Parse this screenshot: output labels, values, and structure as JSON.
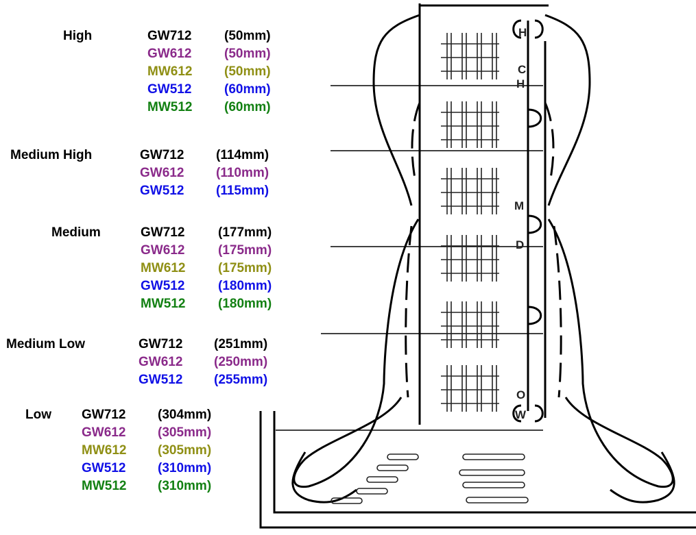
{
  "colors": {
    "GW712": "#000000",
    "GW612": "#8a2a8a",
    "MW612": "#8f8f14",
    "GW512": "#1010e6",
    "MW512": "#128012"
  },
  "settings": [
    {
      "label": "High",
      "rows": [
        {
          "model": "GW712",
          "value": "(50mm)"
        },
        {
          "model": "GW612",
          "value": "(50mm)"
        },
        {
          "model": "MW612",
          "value": "(50mm)"
        },
        {
          "model": "GW512",
          "value": "(60mm)"
        },
        {
          "model": "MW512",
          "value": "(60mm)"
        }
      ]
    },
    {
      "label": "Medium High",
      "rows": [
        {
          "model": "GW712",
          "value": "(114mm)"
        },
        {
          "model": "GW612",
          "value": "(110mm)"
        },
        {
          "model": "GW512",
          "value": "(115mm)"
        }
      ]
    },
    {
      "label": "Medium",
      "rows": [
        {
          "model": "GW712",
          "value": "(177mm)"
        },
        {
          "model": "GW612",
          "value": "(175mm)"
        },
        {
          "model": "MW612",
          "value": "(175mm)"
        },
        {
          "model": "GW512",
          "value": "(180mm)"
        },
        {
          "model": "MW512",
          "value": "(180mm)"
        }
      ]
    },
    {
      "label": "Medium Low",
      "rows": [
        {
          "model": "GW712",
          "value": "(251mm)"
        },
        {
          "model": "GW612",
          "value": "(250mm)"
        },
        {
          "model": "GW512",
          "value": "(255mm)"
        }
      ]
    },
    {
      "label": "Low",
      "rows": [
        {
          "model": "GW712",
          "value": "(304mm)"
        },
        {
          "model": "GW612",
          "value": "(305mm)"
        },
        {
          "model": "MW612",
          "value": "(305mm)"
        },
        {
          "model": "GW512",
          "value": "(310mm)"
        },
        {
          "model": "MW512",
          "value": "(310mm)"
        }
      ]
    }
  ],
  "gauge_letters": {
    "high": [
      "H",
      "C",
      "H"
    ],
    "medium": [
      "M",
      "D"
    ],
    "low": [
      "O",
      "W"
    ]
  }
}
